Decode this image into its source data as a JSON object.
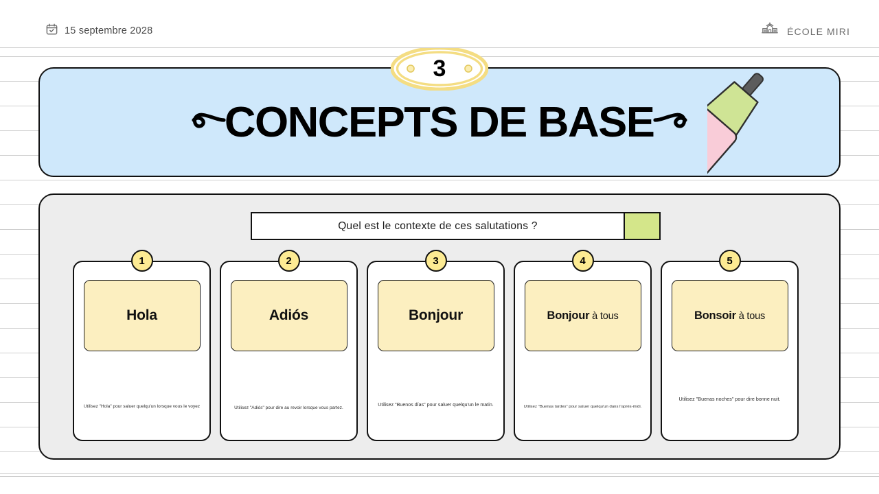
{
  "header": {
    "date": "15 septembre 2028",
    "date_icon": "calendar-check-icon",
    "school_name": "ÉCOLE MIRI",
    "school_icon": "school-building-icon"
  },
  "banner": {
    "step_number": "3",
    "title": "CONCEPTS DE BASE",
    "left_ornament_icon": "swirl-flourish-left-icon",
    "right_ornament_icon": "swirl-flourish-right-icon",
    "background_color": "#cfe8fb"
  },
  "question": {
    "text": "Quel est le contexte de ces salutations ?",
    "accent_color": "#d4e68a"
  },
  "cards": [
    {
      "number": "1",
      "term": "Hola",
      "term_bold": "Hola",
      "term_light": "",
      "caption": "Utilisez \"Hola\" pour saluer quelqu'un lorsque vous le voyez"
    },
    {
      "number": "2",
      "term": "Adiós",
      "term_bold": "Adiós",
      "term_light": "",
      "caption": "Utilisez \"Adiós\" pour dire au revoir lorsque vous partez."
    },
    {
      "number": "3",
      "term": "Bonjour",
      "term_bold": "Bonjour",
      "term_light": "",
      "caption": "Utilisez \"Buenos días\" pour saluer quelqu'un le matin."
    },
    {
      "number": "4",
      "term": "Bonjour à tous",
      "term_bold": "Bonjour",
      "term_light": " à tous",
      "caption": "Utilisez \"Buenas tardes\" pour saluer quelqu'un dans l'après-midi."
    },
    {
      "number": "5",
      "term": "Bonsoir à tous",
      "term_bold": "Bonsoir",
      "term_light": " à tous",
      "caption": "Utilisez \"Buenas noches\" pour dire bonne nuit."
    }
  ],
  "decoration": {
    "highlighter_icon": "highlighter-pen-icon",
    "body_color": "#f9ccd8",
    "cap_color": "#cfe495",
    "tip_color": "#5c5c5c"
  },
  "panel": {
    "background_color": "#ededed"
  }
}
